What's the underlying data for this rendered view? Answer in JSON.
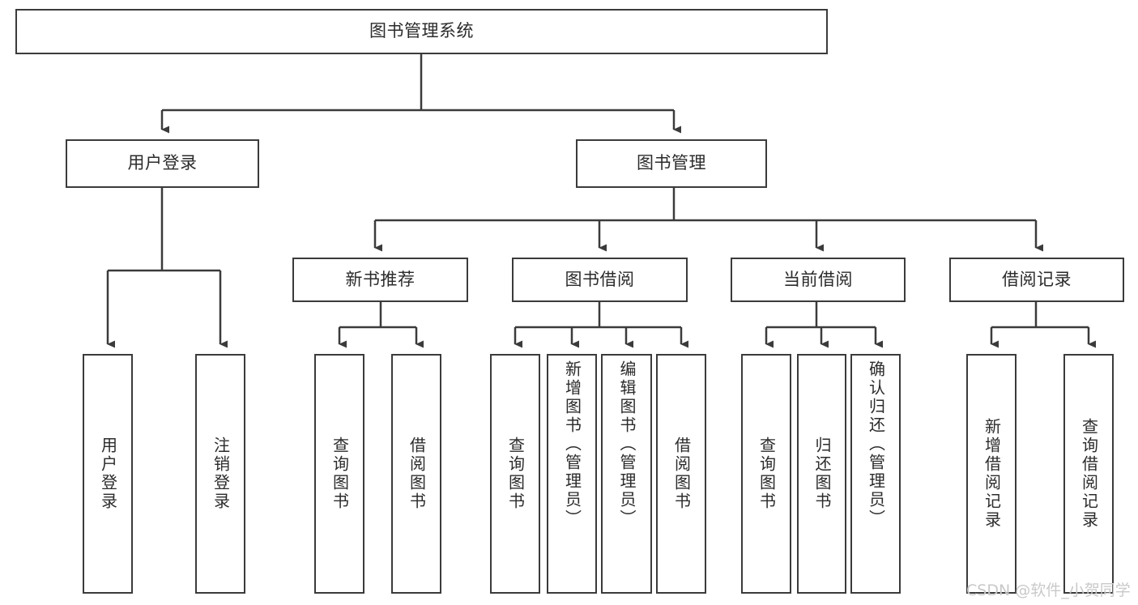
{
  "diagram": {
    "title": "图书管理系统",
    "type": "hierarchy-tree",
    "root": {
      "label": "图书管理系统",
      "children": [
        {
          "label": "用户登录",
          "children": [
            {
              "label": "用户登录"
            },
            {
              "label": "注销登录"
            }
          ]
        },
        {
          "label": "图书管理",
          "children": [
            {
              "label": "新书推荐",
              "children": [
                {
                  "label": "查询图书"
                },
                {
                  "label": "借阅图书"
                }
              ]
            },
            {
              "label": "图书借阅",
              "children": [
                {
                  "label": "查询图书"
                },
                {
                  "label": "新增图书（管理员）"
                },
                {
                  "label": "编辑图书（管理员）"
                },
                {
                  "label": "借阅图书"
                }
              ]
            },
            {
              "label": "当前借阅",
              "children": [
                {
                  "label": "查询图书"
                },
                {
                  "label": "归还图书"
                },
                {
                  "label": "确认归还（管理员）"
                }
              ]
            },
            {
              "label": "借阅记录",
              "children": [
                {
                  "label": "新增借阅记录"
                },
                {
                  "label": "查询借阅记录"
                }
              ]
            }
          ]
        }
      ]
    }
  },
  "watermark": {
    "text": "CSDN @软件_小贺同学"
  },
  "colors": {
    "line": "#3b3b3b",
    "text": "#2b2b2b",
    "background": "#ffffff",
    "watermark": "#c9c9c9"
  }
}
